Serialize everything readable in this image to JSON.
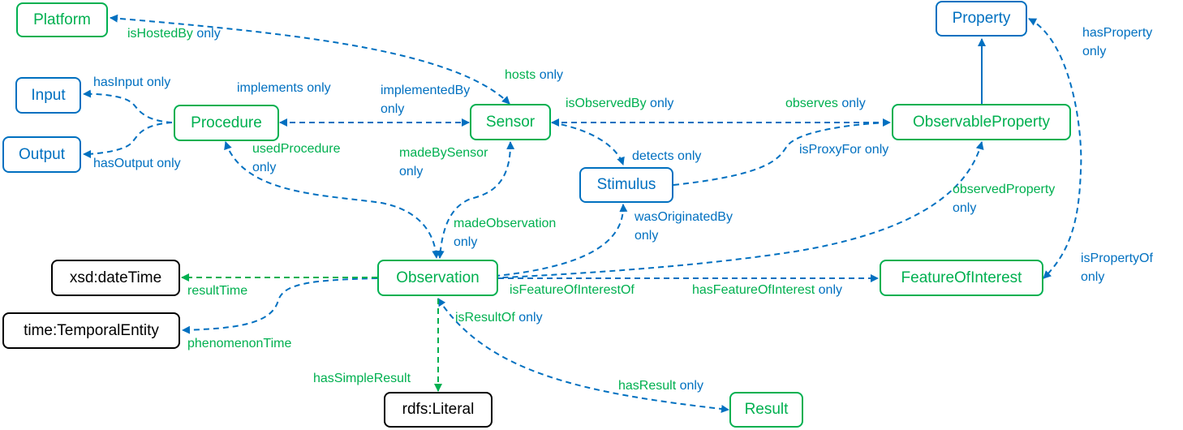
{
  "colors": {
    "sosa_class": "#00b050",
    "ssn_class": "#0070c0",
    "external": "#000000"
  },
  "nodes": {
    "platform": "Platform",
    "property": "Property",
    "input": "Input",
    "output": "Output",
    "procedure": "Procedure",
    "sensor": "Sensor",
    "observable_property": "ObservableProperty",
    "stimulus": "Stimulus",
    "observation": "Observation",
    "feature_of_interest": "FeatureOfInterest",
    "xsd_datetime": "xsd:dateTime",
    "temporal_entity": "time:TemporalEntity",
    "rdfs_literal": "rdfs:Literal",
    "result": "Result"
  },
  "edges": {
    "is_hosted_by": {
      "name": "isHostedBy",
      "restriction": "only"
    },
    "hosts": {
      "name": "hosts",
      "restriction": "only"
    },
    "has_input": {
      "name": "hasInput",
      "restriction": "only"
    },
    "has_output": {
      "name": "hasOutput",
      "restriction": "only"
    },
    "implements": {
      "name": "implements",
      "restriction": "only"
    },
    "implemented_by": {
      "name": "implementedBy",
      "restriction": "only"
    },
    "is_observed_by": {
      "name": "isObservedBy",
      "restriction": "only"
    },
    "observes": {
      "name": "observes",
      "restriction": "only"
    },
    "has_property": {
      "name": "hasProperty",
      "restriction": "only"
    },
    "used_procedure": {
      "name": "usedProcedure",
      "restriction": "only"
    },
    "made_by_sensor": {
      "name": "madeBySensor",
      "restriction": "only"
    },
    "detects": {
      "name": "detects",
      "restriction": "only"
    },
    "is_proxy_for": {
      "name": "isProxyFor",
      "restriction": "only"
    },
    "observed_property": {
      "name": "observedProperty",
      "restriction": "only"
    },
    "made_observation": {
      "name": "madeObservation",
      "restriction": "only"
    },
    "was_originated_by": {
      "name": "wasOriginatedBy",
      "restriction": "only"
    },
    "is_property_of": {
      "name": "isPropertyOf",
      "restriction": "only"
    },
    "result_time": {
      "name": "resultTime"
    },
    "phenomenon_time": {
      "name": "phenomenonTime"
    },
    "is_feature_of_interest_of": {
      "name": "isFeatureOfInterestOf"
    },
    "has_feature_of_interest": {
      "name": "hasFeatureOfInterest",
      "restriction": "only"
    },
    "is_result_of": {
      "name": "isResultOf",
      "restriction": "only"
    },
    "has_simple_result": {
      "name": "hasSimpleResult"
    },
    "has_result": {
      "name": "hasResult",
      "restriction": "only"
    }
  }
}
